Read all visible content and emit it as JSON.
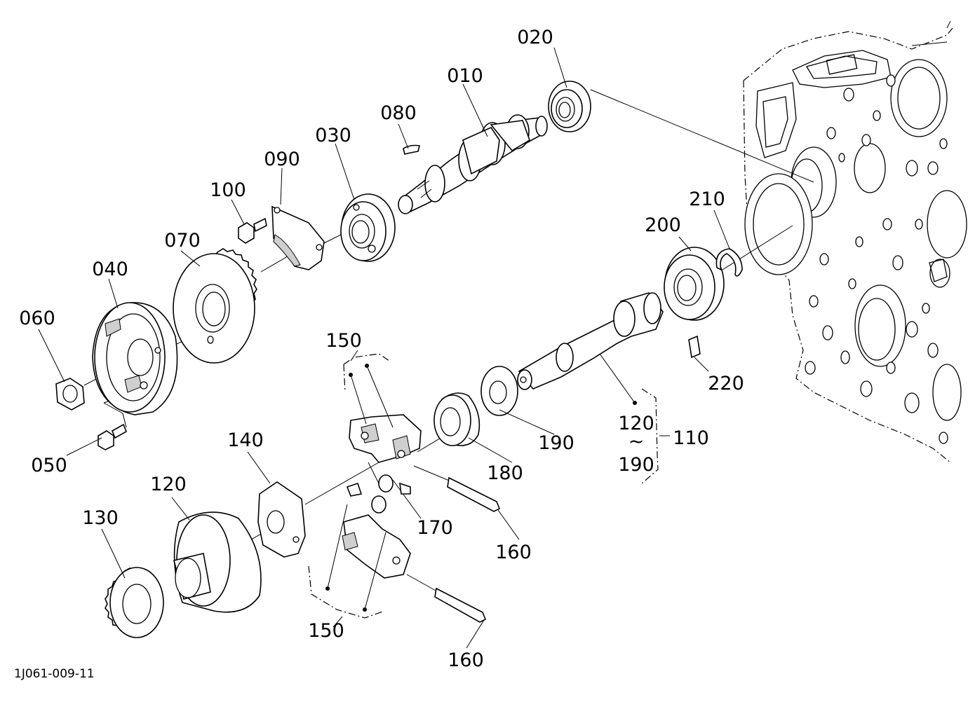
{
  "diagram": {
    "drawing_code": "1J061-009-11",
    "callouts": {
      "p010": "010",
      "p020": "020",
      "p030": "030",
      "p040": "040",
      "p050": "050",
      "p060": "060",
      "p070": "070",
      "p080": "080",
      "p090": "090",
      "p100": "100",
      "p110": "110",
      "p120_range_start": "120",
      "p120": "120",
      "p130": "130",
      "p140": "140",
      "p150_top": "150",
      "p150_bottom": "150",
      "p160_upper": "160",
      "p160_lower": "160",
      "p170": "170",
      "p180": "180",
      "p190": "190",
      "p190_range_end": "190",
      "p200": "200",
      "p210": "210",
      "p220": "220",
      "range_symbol": "~"
    }
  }
}
